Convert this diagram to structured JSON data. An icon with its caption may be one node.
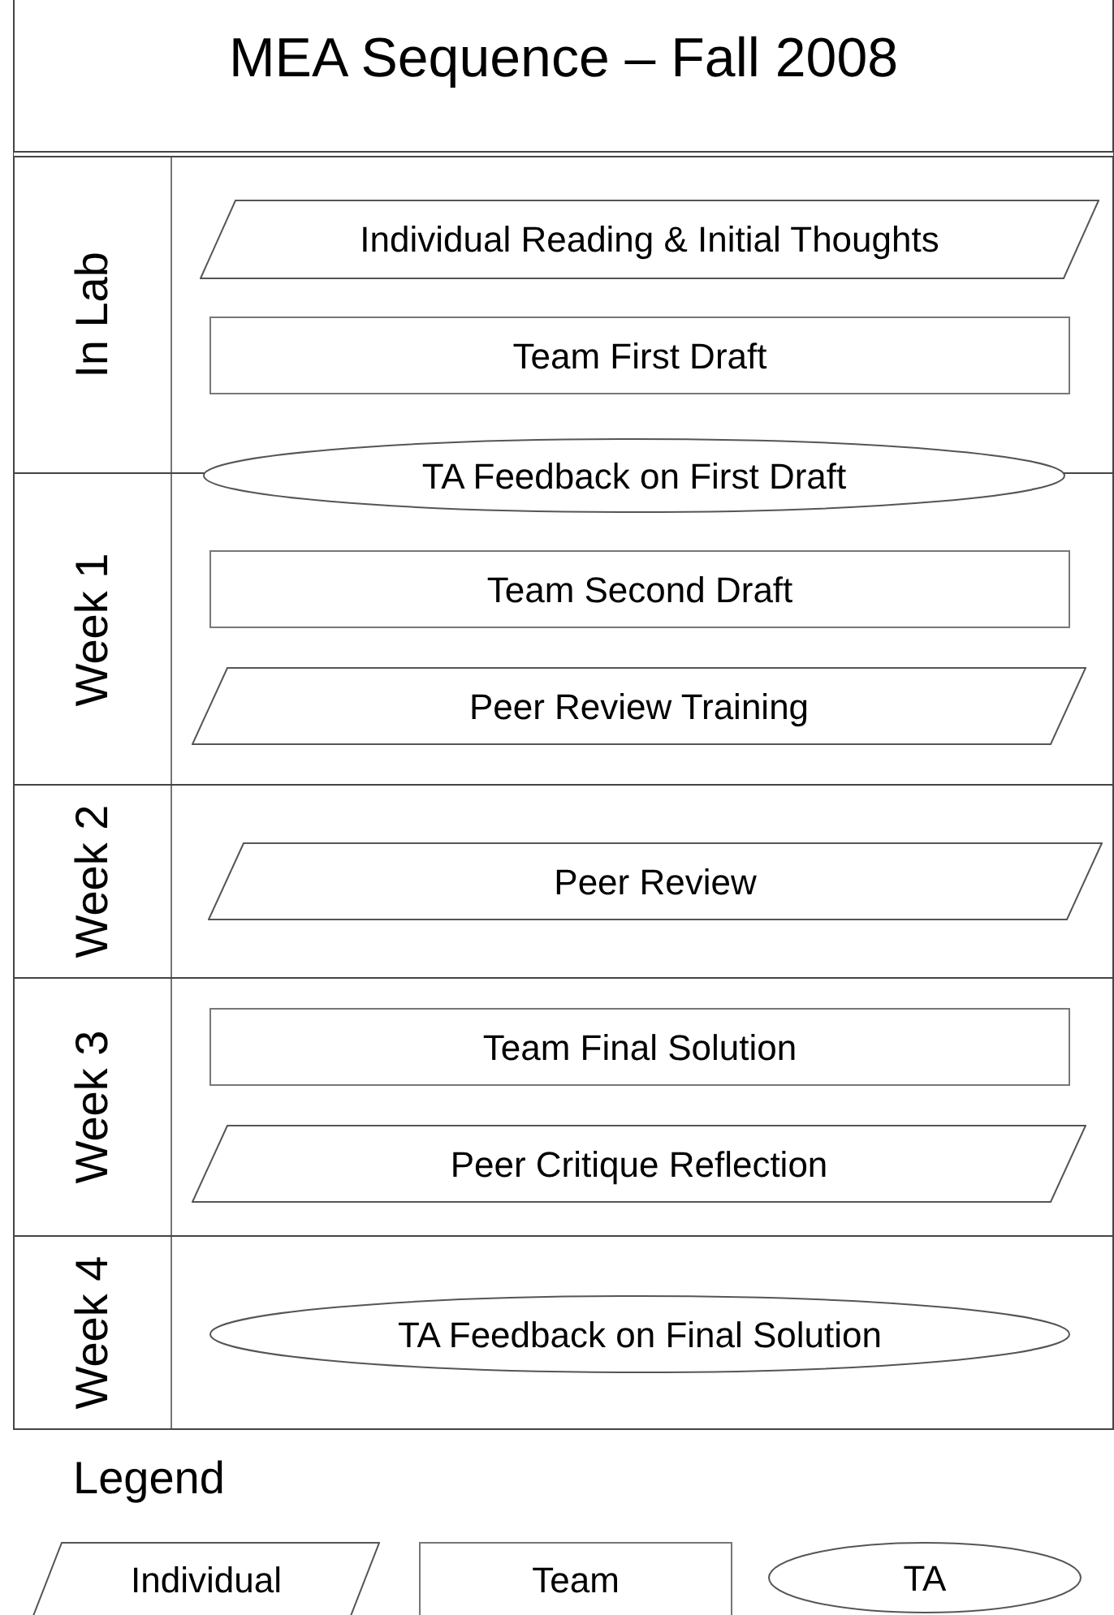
{
  "diagram": {
    "title": "MEA Sequence – Fall 2008",
    "nodes": [
      {
        "text": [
          "In Lab"
        ]
      },
      {
        "text": [
          "Individual Reading & Initial Thoughts"
        ],
        "in": 0
      },
      {
        "text": [
          "Team First Draft"
        ],
        "in": 0
      },
      {
        "text": [
          "TA Feedback on First Draft"
        ]
      },
      {
        "text": [
          "Week 1"
        ]
      },
      {
        "text": [
          "Team Second Draft"
        ],
        "in": 4
      },
      {
        "text": [
          "Peer Review Training"
        ],
        "in": 4
      },
      {
        "text": [
          "Week 2"
        ]
      },
      {
        "text": [
          "Peer Review"
        ],
        "in": 7
      },
      {
        "text": [
          "Week 3"
        ]
      },
      {
        "text": [
          "Team Final Solution"
        ],
        "in": 9
      },
      {
        "text": [
          "Peer Critique Reflection"
        ],
        "in": 9
      },
      {
        "text": [
          "Week 4"
        ]
      },
      {
        "text": [
          "TA Feedback on Final Solution"
        ],
        "in": 12
      }
    ],
    "labels": [
      "Legend"
    ],
    "legend": [
      {
        "text": "Individual"
      },
      {
        "text": "Team"
      },
      {
        "text": "TA"
      }
    ]
  }
}
